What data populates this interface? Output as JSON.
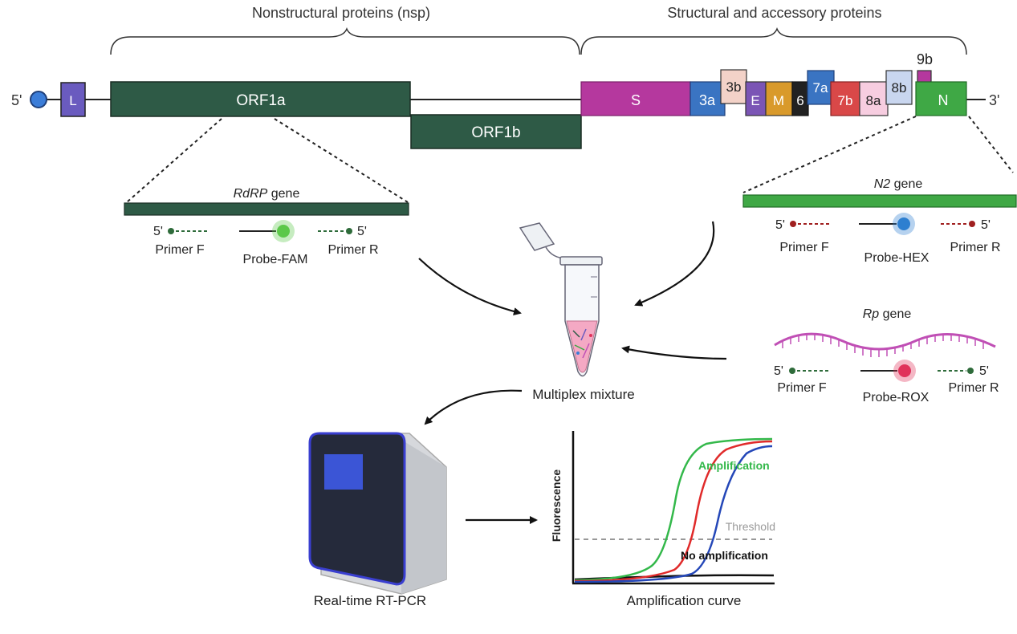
{
  "header": {
    "nsp": "Nonstructural proteins (nsp)",
    "structural": "Structural and accessory proteins"
  },
  "genome": {
    "five_prime": "5'",
    "three_prime": "3'",
    "leader": "L",
    "orf1a": "ORF1a",
    "orf1b": "ORF1b",
    "s": "S",
    "g3a": "3a",
    "g3b": "3b",
    "e": "E",
    "m": "M",
    "g6": "6",
    "g7a": "7a",
    "g7b": "7b",
    "g8a": "8a",
    "g8b": "8b",
    "g9b": "9b",
    "n": "N"
  },
  "rdrp": {
    "gene_name": "RdRP",
    "gene_suffix": " gene",
    "prime_f": "5'",
    "prime_r": "5'",
    "primer_f": "Primer F",
    "probe": "Probe-FAM",
    "primer_r": "Primer R"
  },
  "n2": {
    "gene_name": "N2",
    "gene_suffix": " gene",
    "prime_f": "5'",
    "prime_r": "5'",
    "primer_f": "Primer F",
    "probe": "Probe-HEX",
    "primer_r": "Primer R"
  },
  "rp": {
    "gene_name": "Rp",
    "gene_suffix": " gene",
    "prime_f": "5'",
    "prime_r": "5'",
    "primer_f": "Primer F",
    "probe": "Probe-ROX",
    "primer_r": "Primer R"
  },
  "mixture_label": "Multiplex mixture",
  "instrument_label": "Real-time RT-PCR",
  "plot": {
    "ylabel": "Fluorescence",
    "xlabel": "Amplification curve",
    "amplification": "Amplification",
    "threshold": "Threshold",
    "no_amplification": "No amplification"
  },
  "colors": {
    "orf_dark_green": "#2e5a46",
    "n_green": "#3fa845",
    "s_magenta": "#b5389e",
    "fam_green": "#5cc84a",
    "hex_blue": "#2e7fd0",
    "rox_red": "#e0325a",
    "curve_green": "#33b84a",
    "curve_red": "#e02a2a",
    "curve_blue": "#2447b8"
  }
}
